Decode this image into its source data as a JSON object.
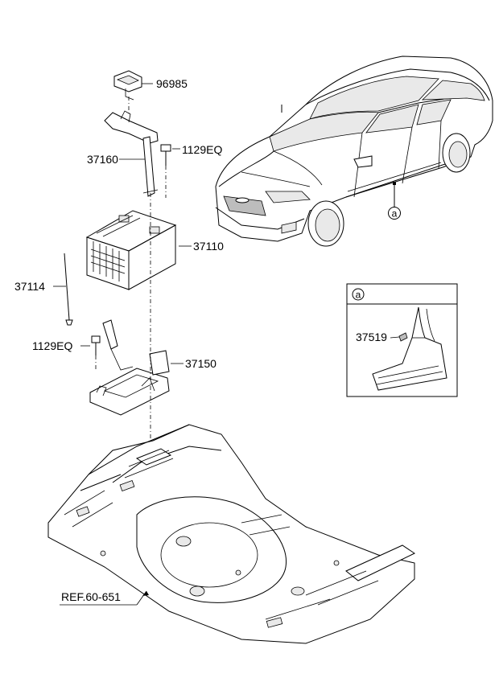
{
  "parts": {
    "p96985": "96985",
    "p37160": "37160",
    "p1129eq_top": "1129EQ",
    "p37110": "37110",
    "p37114": "37114",
    "p1129eq_left": "1129EQ",
    "p37150": "37150",
    "p37519": "37519"
  },
  "reference": {
    "floor_ref": "REF.60-651"
  },
  "callouts": {
    "car_callout": "a",
    "detail_header": "a"
  },
  "colors": {
    "line": "#000000",
    "background": "#ffffff"
  }
}
